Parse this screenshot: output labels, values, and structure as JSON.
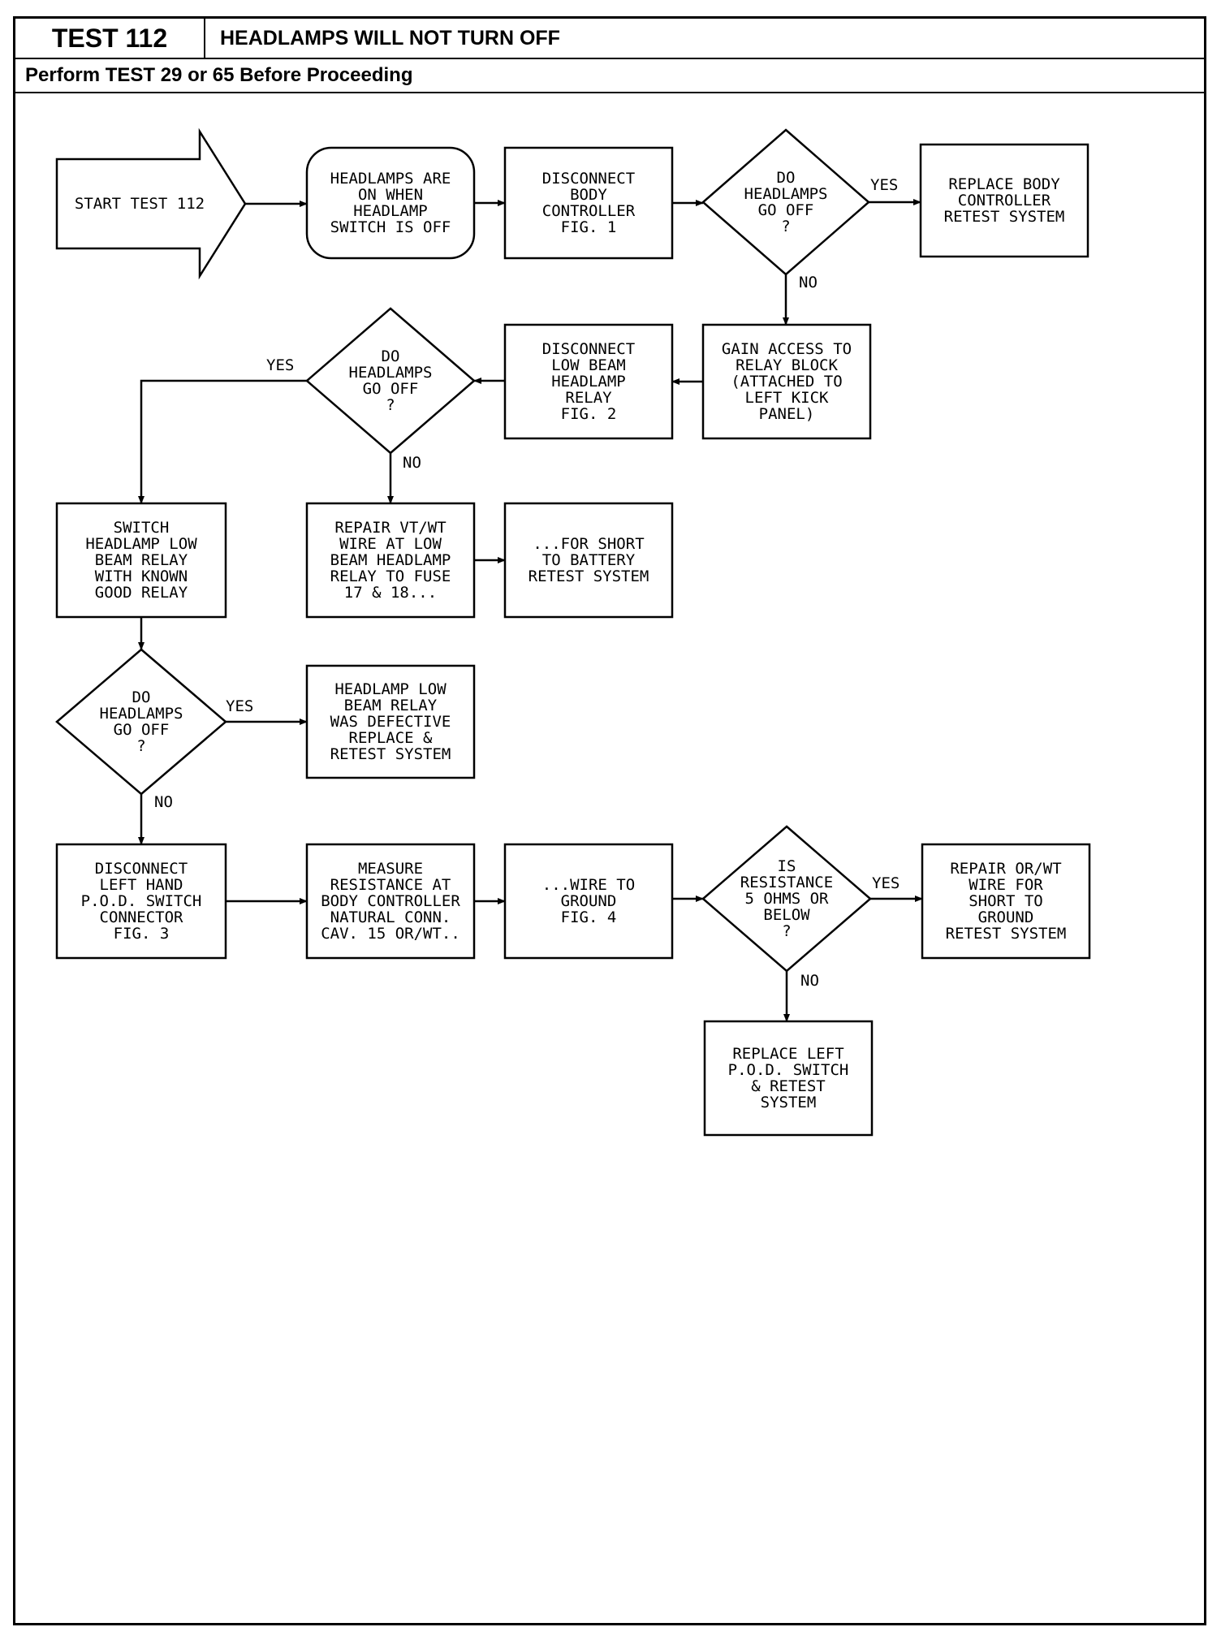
{
  "header": {
    "test_id": "TEST 112",
    "title": "HEADLAMPS WILL NOT TURN OFF",
    "prerequisite": "Perform TEST 29 or 65 Before Proceeding"
  },
  "nodes": [
    {
      "id": "start",
      "shape": "start-arrow",
      "lines": [
        "START TEST 112"
      ]
    },
    {
      "id": "symptom",
      "shape": "rounded",
      "lines": [
        "HEADLAMPS ARE",
        "ON WHEN",
        "HEADLAMP",
        "SWITCH IS OFF"
      ]
    },
    {
      "id": "disc-body",
      "shape": "box",
      "lines": [
        "DISCONNECT",
        "BODY",
        "CONTROLLER",
        "FIG. 1"
      ]
    },
    {
      "id": "dec1",
      "shape": "diamond",
      "lines": [
        "DO",
        "HEADLAMPS",
        "GO OFF",
        "?"
      ]
    },
    {
      "id": "replace-body",
      "shape": "box",
      "lines": [
        "REPLACE BODY",
        "CONTROLLER",
        "RETEST SYSTEM"
      ]
    },
    {
      "id": "gain-access",
      "shape": "box",
      "lines": [
        "GAIN ACCESS TO",
        "RELAY BLOCK",
        "(ATTACHED TO",
        "LEFT KICK",
        "PANEL)"
      ]
    },
    {
      "id": "disc-relay",
      "shape": "box",
      "lines": [
        "DISCONNECT",
        "LOW BEAM",
        "HEADLAMP",
        "RELAY",
        "FIG. 2"
      ]
    },
    {
      "id": "dec2",
      "shape": "diamond",
      "lines": [
        "DO",
        "HEADLAMPS",
        "GO OFF",
        "?"
      ]
    },
    {
      "id": "switch-relay",
      "shape": "box",
      "lines": [
        "SWITCH",
        "HEADLAMP LOW",
        "BEAM RELAY",
        "WITH KNOWN",
        "GOOD RELAY"
      ]
    },
    {
      "id": "repair-vt",
      "shape": "box",
      "lines": [
        "REPAIR VT/WT",
        "WIRE AT LOW",
        "BEAM HEADLAMP",
        "RELAY TO FUSE",
        "17 & 18..."
      ]
    },
    {
      "id": "short-batt",
      "shape": "box",
      "lines": [
        "...FOR SHORT",
        "TO BATTERY",
        "RETEST SYSTEM"
      ]
    },
    {
      "id": "dec3",
      "shape": "diamond",
      "lines": [
        "DO",
        "HEADLAMPS",
        "GO OFF",
        "?"
      ]
    },
    {
      "id": "relay-defective",
      "shape": "box",
      "lines": [
        "HEADLAMP LOW",
        "BEAM RELAY",
        "WAS DEFECTIVE",
        "REPLACE &",
        "RETEST SYSTEM"
      ]
    },
    {
      "id": "disc-pod",
      "shape": "box",
      "lines": [
        "DISCONNECT",
        "LEFT HAND",
        "P.O.D. SWITCH",
        "CONNECTOR",
        "FIG. 3"
      ]
    },
    {
      "id": "measure",
      "shape": "box",
      "lines": [
        "MEASURE",
        "RESISTANCE AT",
        "BODY CONTROLLER",
        "NATURAL CONN.",
        "CAV. 15 OR/WT.."
      ]
    },
    {
      "id": "wire-ground",
      "shape": "box",
      "lines": [
        "...WIRE TO",
        "GROUND",
        "FIG. 4"
      ]
    },
    {
      "id": "dec4",
      "shape": "diamond",
      "lines": [
        "IS",
        "RESISTANCE",
        "5 OHMS OR",
        "BELOW",
        "?"
      ]
    },
    {
      "id": "repair-or",
      "shape": "box",
      "lines": [
        "REPAIR OR/WT",
        "WIRE FOR",
        "SHORT TO",
        "GROUND",
        "RETEST SYSTEM"
      ]
    },
    {
      "id": "replace-pod",
      "shape": "box",
      "lines": [
        "REPLACE LEFT",
        "P.O.D. SWITCH",
        "& RETEST",
        "SYSTEM"
      ]
    }
  ],
  "edges": [
    {
      "from": "start",
      "to": "symptom",
      "label": ""
    },
    {
      "from": "symptom",
      "to": "disc-body",
      "label": ""
    },
    {
      "from": "disc-body",
      "to": "dec1",
      "label": ""
    },
    {
      "from": "dec1",
      "to": "replace-body",
      "label": "YES"
    },
    {
      "from": "dec1",
      "to": "gain-access",
      "label": "NO"
    },
    {
      "from": "gain-access",
      "to": "disc-relay",
      "label": ""
    },
    {
      "from": "disc-relay",
      "to": "dec2",
      "label": ""
    },
    {
      "from": "dec2",
      "to": "switch-relay",
      "label": "YES"
    },
    {
      "from": "dec2",
      "to": "repair-vt",
      "label": "NO"
    },
    {
      "from": "repair-vt",
      "to": "short-batt",
      "label": ""
    },
    {
      "from": "switch-relay",
      "to": "dec3",
      "label": ""
    },
    {
      "from": "dec3",
      "to": "relay-defective",
      "label": "YES"
    },
    {
      "from": "dec3",
      "to": "disc-pod",
      "label": "NO"
    },
    {
      "from": "disc-pod",
      "to": "measure",
      "label": ""
    },
    {
      "from": "measure",
      "to": "wire-ground",
      "label": ""
    },
    {
      "from": "wire-ground",
      "to": "dec4",
      "label": ""
    },
    {
      "from": "dec4",
      "to": "repair-or",
      "label": "YES"
    },
    {
      "from": "dec4",
      "to": "replace-pod",
      "label": "NO"
    }
  ]
}
